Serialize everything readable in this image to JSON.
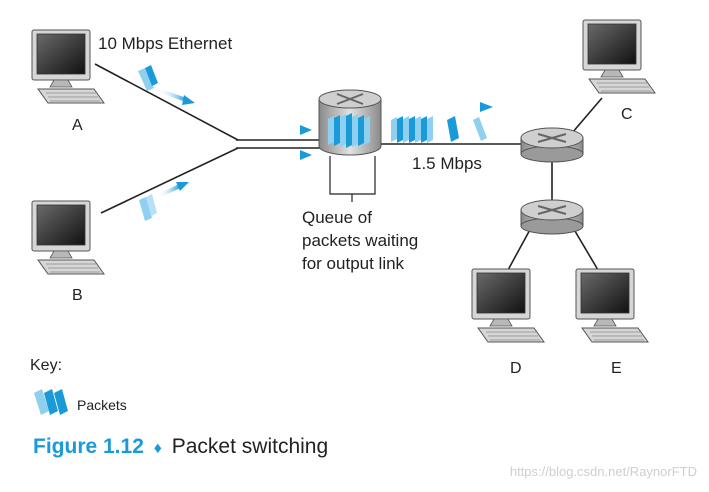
{
  "labels": {
    "ethernet": "10 Mbps Ethernet",
    "link_rate": "1.5 Mbps",
    "queue_line1": "Queue of",
    "queue_line2": "packets waiting",
    "queue_line3": "for output link"
  },
  "hosts": {
    "a": "A",
    "b": "B",
    "c": "C",
    "d": "D",
    "e": "E"
  },
  "key": {
    "title": "Key:",
    "packets_label": "Packets"
  },
  "caption": {
    "figure_number": "Figure 1.12",
    "separator": "♦",
    "title": "Packet switching"
  },
  "watermark": "https://blog.csdn.net/RaynorFTD",
  "colors": {
    "packet_blue": "#1a9bd7",
    "packet_light": "#8fd0f0",
    "router_gray": "#c8c8c8",
    "caption_blue": "#1a9bd7"
  },
  "icons": {
    "host": "desktop-computer-icon",
    "router": "router-icon",
    "packet": "packet-icon"
  }
}
